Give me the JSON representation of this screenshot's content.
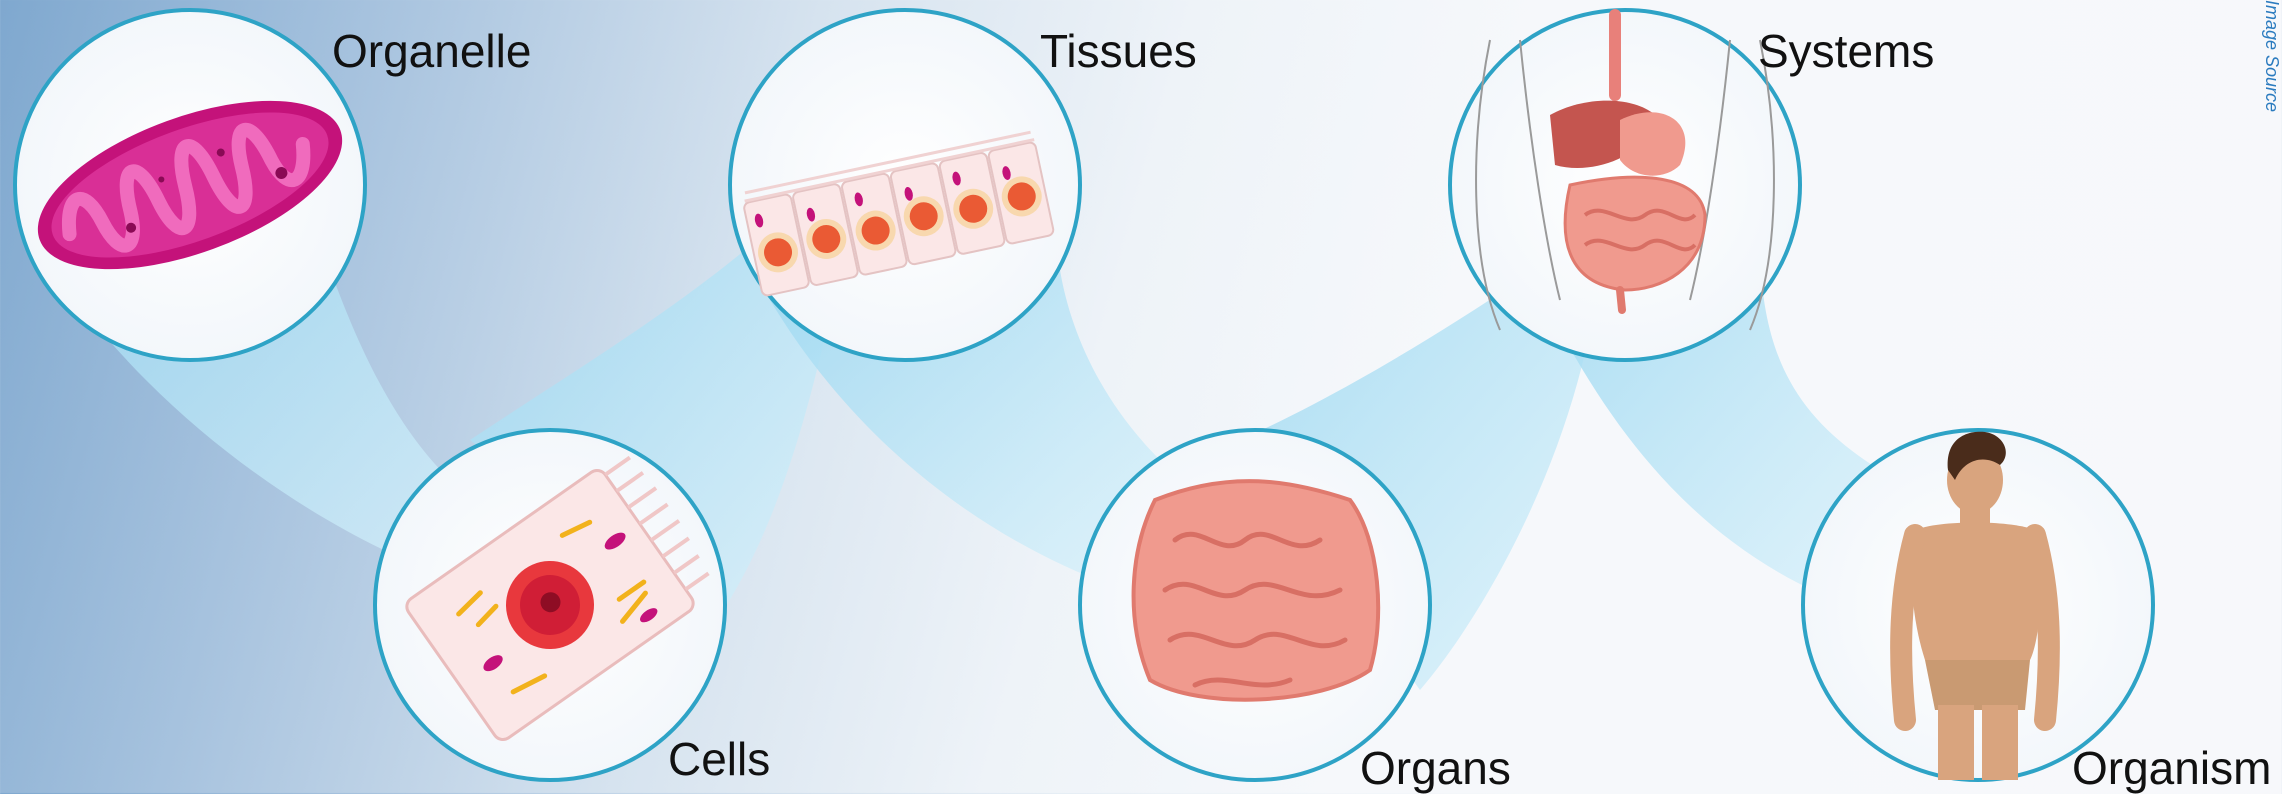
{
  "labels": {
    "organelle": "Organelle",
    "cells": "Cells",
    "tissues": "Tissues",
    "organs": "Organs",
    "systems": "Systems",
    "organism": "Organism"
  },
  "credit": "Image Source",
  "colors": {
    "ring": "#2ea3c6",
    "funnel": "#bfe6f7",
    "mitochondrion": "#c4127a",
    "cristae": "#e84fae",
    "cell_fill": "#fbe7e7",
    "nucleus": "#e8383d",
    "golgi": "#f2b21c",
    "intestine": "#f09a8e",
    "liver": "#c4554f",
    "skin": "#d9a47e",
    "hair": "#4a2c1b"
  }
}
